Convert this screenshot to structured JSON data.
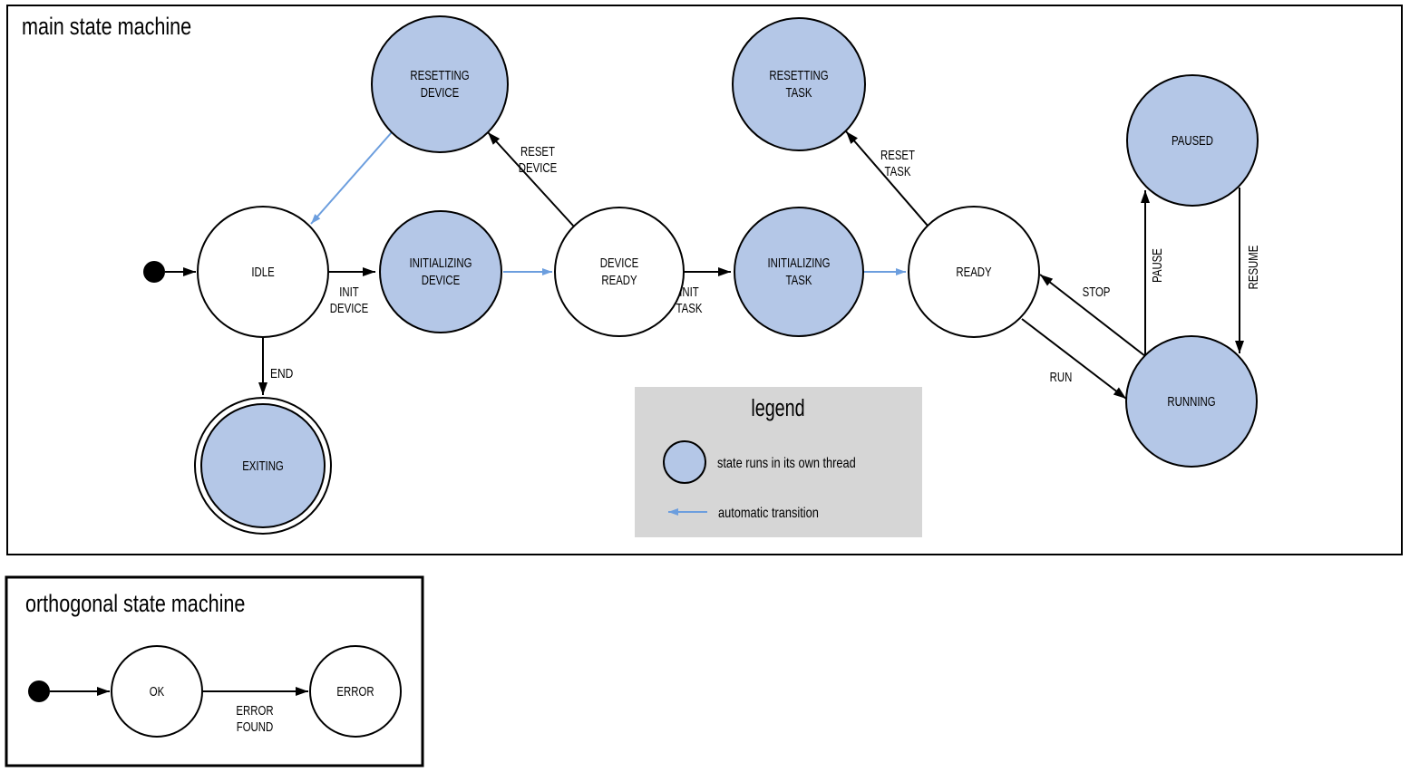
{
  "colors": {
    "threaded_state_fill": "#b4c7e7",
    "plain_state_fill": "#ffffff",
    "auto_transition_blue": "#6c9ede",
    "legend_background": "#d6d6d6",
    "line_black": "#000000"
  },
  "main_machine": {
    "title": "main state machine",
    "states": {
      "idle": {
        "label": "IDLE"
      },
      "resetting_device": {
        "line1": "RESETTING",
        "line2": "DEVICE"
      },
      "initializing_device": {
        "line1": "INITIALIZING",
        "line2": "DEVICE"
      },
      "device_ready": {
        "line1": "DEVICE",
        "line2": "READY"
      },
      "resetting_task": {
        "line1": "RESETTING",
        "line2": "TASK"
      },
      "initializing_task": {
        "line1": "INITIALIZING",
        "line2": "TASK"
      },
      "ready": {
        "label": "READY"
      },
      "paused": {
        "label": "PAUSED"
      },
      "running": {
        "label": "RUNNING"
      },
      "exiting": {
        "label": "EXITING"
      }
    },
    "transitions": {
      "init_device": {
        "line1": "INIT",
        "line2": "DEVICE"
      },
      "reset_device": {
        "line1": "RESET",
        "line2": "DEVICE"
      },
      "init_task": {
        "line1": "INIT",
        "line2": "TASK"
      },
      "reset_task": {
        "line1": "RESET",
        "line2": "TASK"
      },
      "stop": {
        "label": "STOP"
      },
      "run": {
        "label": "RUN"
      },
      "pause": {
        "label": "PAUSE"
      },
      "resume": {
        "label": "RESUME"
      },
      "end": {
        "label": "END"
      }
    }
  },
  "legend": {
    "title": "legend",
    "threaded_state_label": "state runs in its own thread",
    "automatic_transition_label": "automatic transition"
  },
  "orthogonal_machine": {
    "title": "orthogonal state machine",
    "states": {
      "ok": {
        "label": "OK"
      },
      "error": {
        "label": "ERROR"
      }
    },
    "transitions": {
      "error_found": {
        "line1": "ERROR",
        "line2": "FOUND"
      }
    }
  }
}
